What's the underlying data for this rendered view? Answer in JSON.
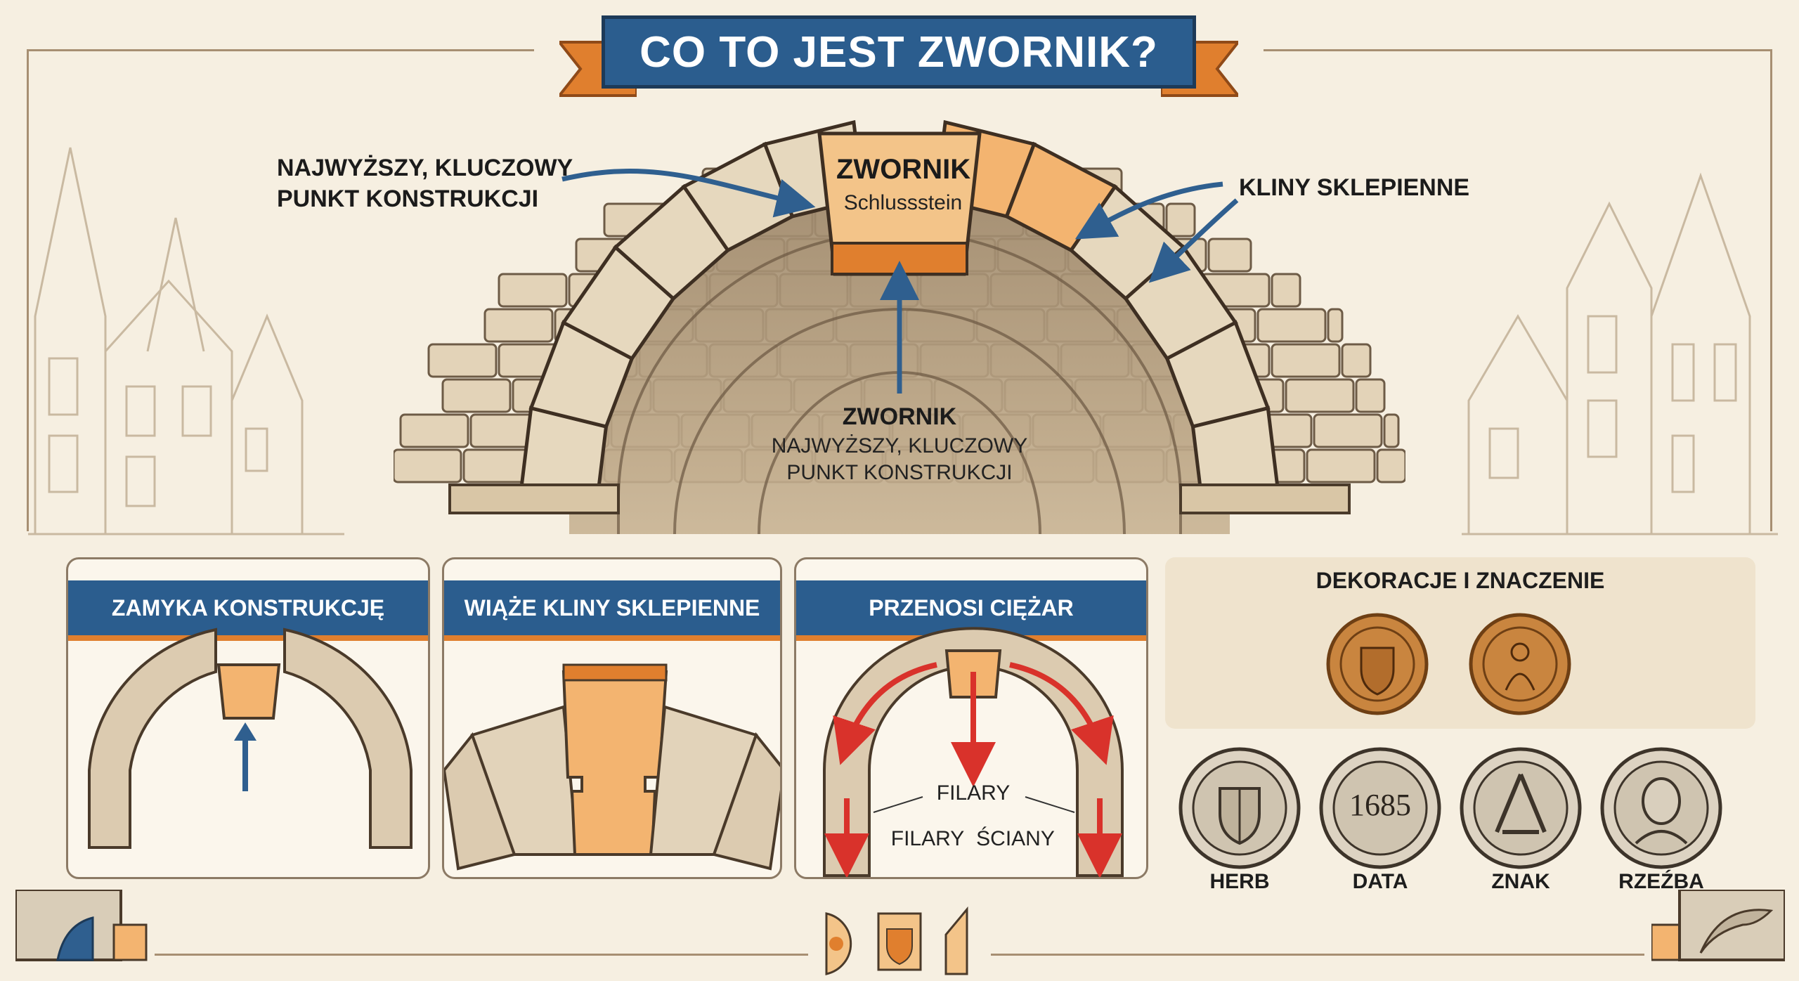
{
  "title": "CO TO JEST ZWORNIK?",
  "main_arch": {
    "left_label": [
      "NAJWYŻSZY, KLUCZOWY",
      "PUNKT KONSTRUKCJI"
    ],
    "right_label": "KLINY SKLEPIENNE",
    "keystone_title": "ZWORNIK",
    "keystone_subtitle": "Schlussstein",
    "center_title": "ZWORNIK",
    "center_text": [
      "NAJWYŻSZY, KLUCZOWY",
      "PUNKT KONSTRUKCJI"
    ]
  },
  "cards": [
    {
      "title": "ZAMYKA KONSTRUKCJĘ"
    },
    {
      "title": "WIĄŻE KLINY SKLEPIENNE"
    },
    {
      "title": "PRZENOSI CIĘŻAR",
      "labels": {
        "top": "FILARY",
        "left": "FILARY",
        "right": "ŚCIANY"
      }
    }
  ],
  "decorations": {
    "title": "DEKORACJE I ZNACZENIE",
    "items": [
      "HERB",
      "DATA",
      "ZNAK",
      "RZEŹBA"
    ],
    "date_value": "1685"
  },
  "colors": {
    "banner_blue": "#2b5d8e",
    "ribbon_orange": "#e07f2e",
    "keystone_orange": "#f3b470",
    "stone": "#e3d3b8",
    "arrow_blue": "#2f5f8f",
    "arrow_red": "#d9322b"
  }
}
